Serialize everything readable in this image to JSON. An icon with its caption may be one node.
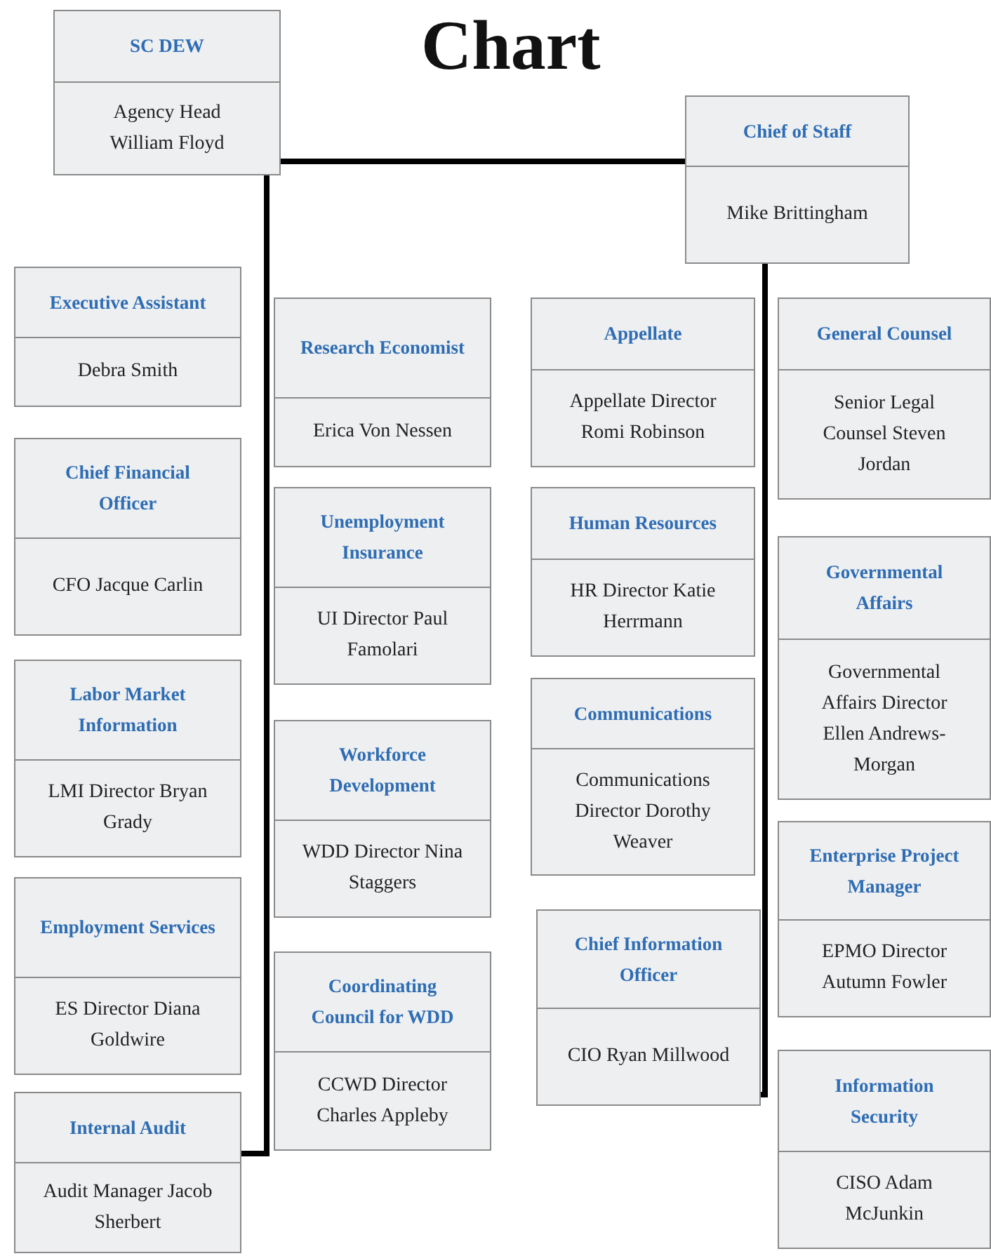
{
  "diagram": {
    "nodes": [
      {
        "text": [
          "SC DEW",
          "Agency Head William Floyd"
        ]
      },
      {
        "text": [
          "Chief of Staff",
          "Mike Brittingham"
        ]
      },
      {
        "text": [
          "Executive Assistant",
          "Debra Smith"
        ]
      },
      {
        "text": [
          "Chief Financial Officer",
          "CFO Jacque Carlin"
        ]
      },
      {
        "text": [
          "Labor Market Information",
          "LMI Director Bryan Grady"
        ]
      },
      {
        "text": [
          "Employment Services",
          "ES Director Diana Goldwire"
        ]
      },
      {
        "text": [
          "Internal Audit",
          "Audit Manager Jacob Sherbert"
        ]
      },
      {
        "text": [
          "Research Economist",
          "Erica Von Nessen"
        ]
      },
      {
        "text": [
          "Unemployment Insurance",
          "UI Director Paul Famolari"
        ]
      },
      {
        "text": [
          "Workforce Development",
          "WDD Director Nina Staggers"
        ]
      },
      {
        "text": [
          "Coordinating Council for WDD",
          "CCWD Director Charles Appleby"
        ]
      },
      {
        "text": [
          "Appellate",
          "Appellate Director Romi Robinson"
        ]
      },
      {
        "text": [
          "Human Resources",
          "HR Director Katie Herrmann"
        ]
      },
      {
        "text": [
          "Communications",
          "Communications Director Dorothy Weaver"
        ]
      },
      {
        "text": [
          "Chief Information Officer",
          "CIO Ryan Millwood"
        ]
      },
      {
        "text": [
          "General Counsel",
          "Senior Legal Counsel Steven Jordan"
        ]
      },
      {
        "text": [
          "Governmental Affairs",
          "Governmental Affairs Director Ellen Andrews-Morgan"
        ]
      },
      {
        "text": [
          "Enterprise Project Manager",
          "EPMO Director Autumn Fowler"
        ]
      },
      {
        "text": [
          "Information Security",
          "CISO Adam McJunkin"
        ]
      }
    ],
    "edges": [
      {
        "from": 0,
        "to": 1,
        "arrow": "none"
      },
      {
        "from": 0,
        "to": 6,
        "arrow": "none"
      },
      {
        "from": 1,
        "to": 14,
        "arrow": "none"
      }
    ],
    "labels": [
      "Chart"
    ]
  }
}
